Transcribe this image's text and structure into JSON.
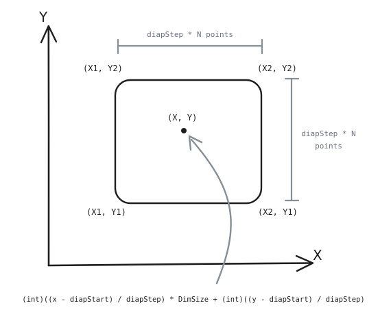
{
  "axes": {
    "y_label": "Y",
    "x_label": "X"
  },
  "corners": {
    "top_left": "(X1, Y2)",
    "top_right": "(X2, Y2)",
    "bottom_left": "(X1, Y1)",
    "bottom_right": "(X2, Y1)"
  },
  "point": {
    "label": "(X, Y)"
  },
  "dimensions": {
    "width_label": "diapStep * N points",
    "height_label_line1": "diapStep * N",
    "height_label_line2": "points"
  },
  "formula": "(int)((x - diapStart) / diapStep) * DimSize + (int)((y - diapStart) / diapStep)",
  "colors": {
    "ink": "#1e1e1e",
    "gray": "#868e96"
  }
}
